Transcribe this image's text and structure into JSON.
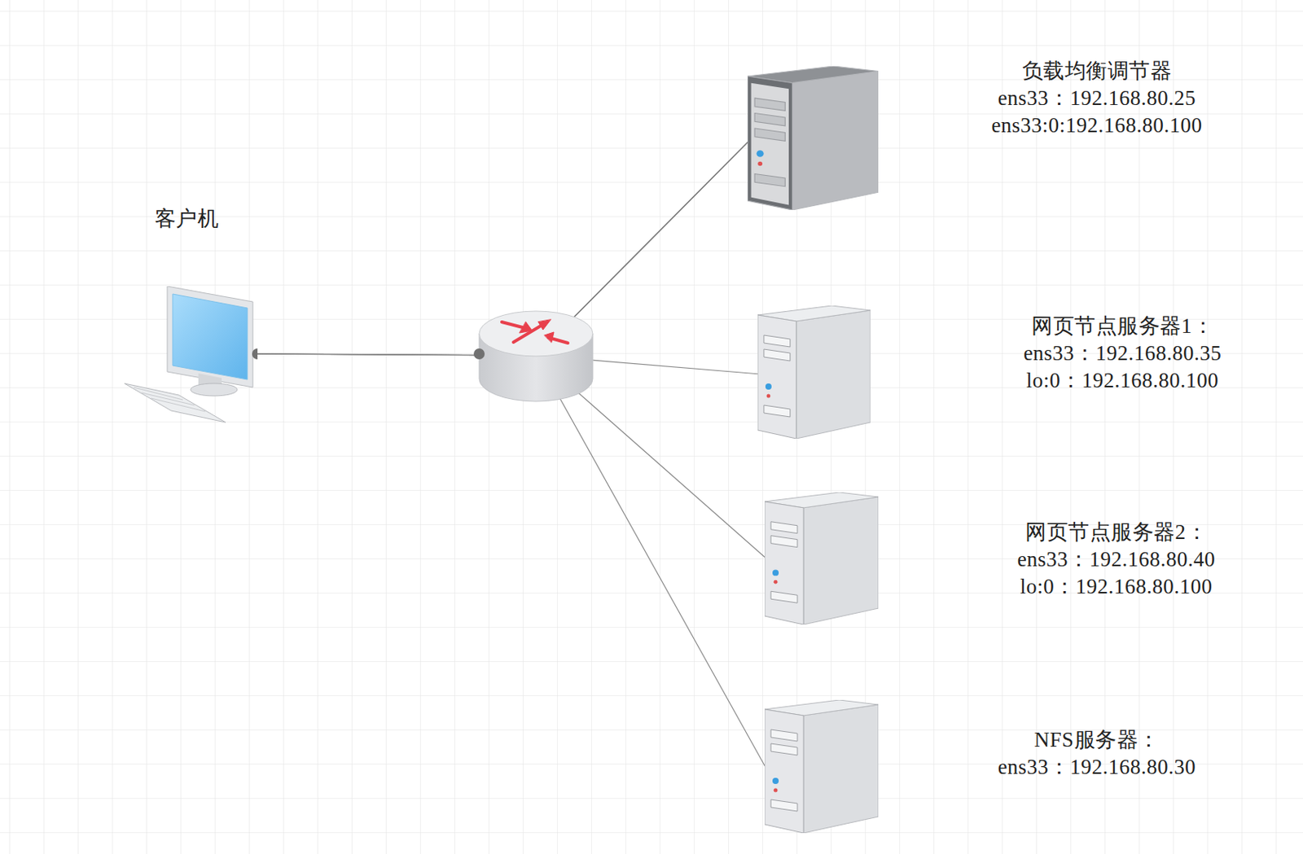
{
  "diagram": {
    "nodes": [
      {
        "text": [
          "客户机"
        ]
      },
      {
        "text": [
          "负载均衡调节器",
          "ens33：192.168.80.25",
          "ens33:0:192.168.80.100"
        ]
      },
      {
        "text": [
          "网页节点服务器1：",
          "ens33：192.168.80.35",
          "lo:0：192.168.80.100"
        ]
      },
      {
        "text": [
          "网页节点服务器2：",
          "ens33：192.168.80.40",
          "lo:0：192.168.80.100"
        ]
      },
      {
        "text": [
          "NFS服务器：",
          "ens33：192.168.80.30"
        ]
      }
    ],
    "edges": [
      {
        "from": 0,
        "to": 1,
        "arrow": "none"
      },
      {
        "from": 0,
        "to": 2,
        "arrow": "none"
      },
      {
        "from": 0,
        "to": 3,
        "arrow": "none"
      },
      {
        "from": 0,
        "to": 4,
        "arrow": "none"
      }
    ]
  }
}
